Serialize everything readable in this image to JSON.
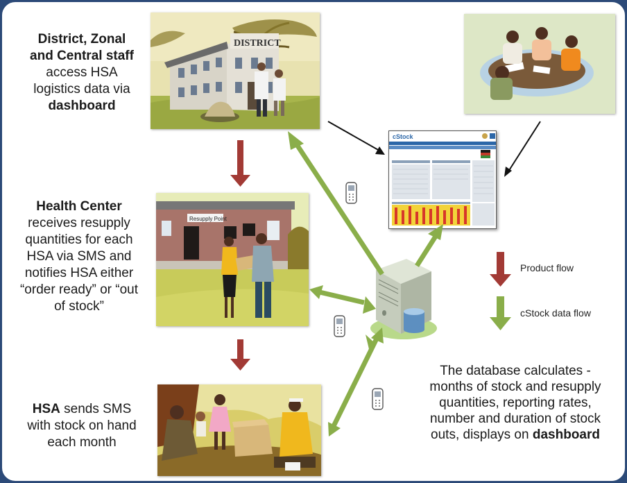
{
  "district": {
    "line1": "District, Zonal",
    "line2": "and Central staff",
    "line3": "access HSA",
    "line4": "logistics data via",
    "line5": "dashboard",
    "building_sign": "DISTRICT"
  },
  "health_center": {
    "line1": "Health Center",
    "line2": "receives resupply",
    "line3": "quantities for each",
    "line4": "HSA via SMS and",
    "line5": "notifies HSA either",
    "line6": "“order ready” or “out",
    "line7": "of stock”",
    "sign": "Resupply Point"
  },
  "hsa": {
    "bold": "HSA",
    "line1_rest": " sends SMS",
    "line2": "with stock on hand",
    "line3": "each month"
  },
  "dashboard": {
    "logo": "cStock"
  },
  "legend": {
    "product_flow": "Product flow",
    "data_flow": "cStock data flow"
  },
  "conclusion": {
    "line1": "The database calculates -",
    "line2": "months of stock and resupply",
    "line3": "quantities, reporting rates,",
    "line4": "number and duration of stock",
    "line5_pre": "outs, displays on ",
    "line5_bold": "dashboard"
  },
  "colors": {
    "product_flow_arrow": "#a23a35",
    "data_flow_arrow": "#8aae4a",
    "frame_border": "#2c4a78"
  }
}
